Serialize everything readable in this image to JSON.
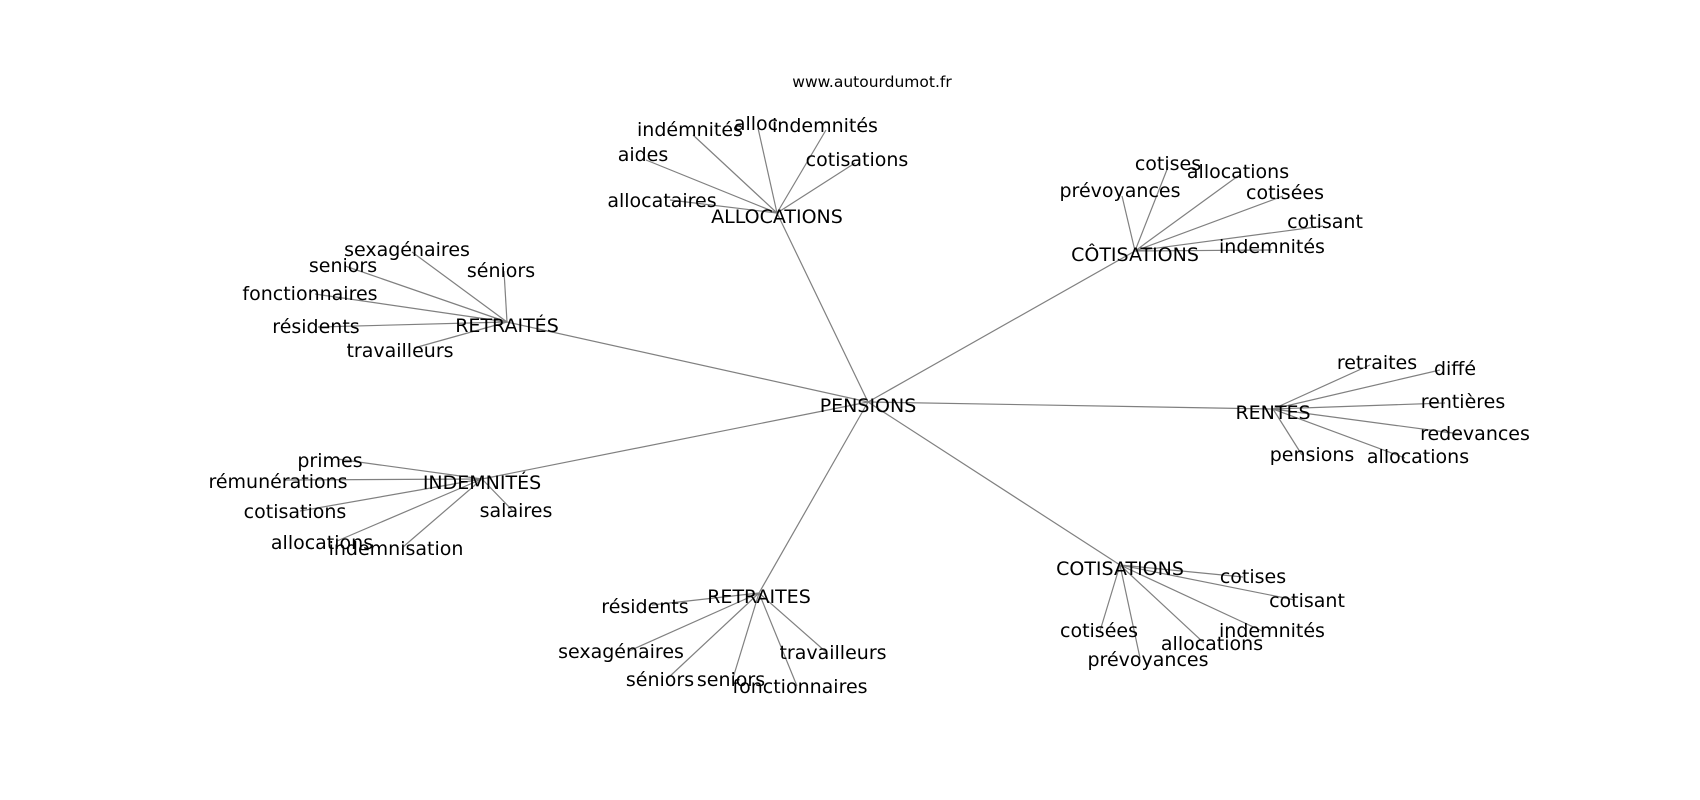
{
  "watermark": "www.autourdumot.fr",
  "root": "PENSIONS",
  "hubs": [
    {
      "id": "allocations",
      "label": "ALLOCATIONS",
      "leaves": [
        "allocataires",
        "aides",
        "indémnités",
        "alloc",
        "indemnités",
        "cotisations"
      ]
    },
    {
      "id": "cotisations-accent",
      "label": "CÔTISATIONS",
      "leaves": [
        "prévoyances",
        "cotises",
        "allocations",
        "cotisées",
        "cotisant",
        "indemnités"
      ]
    },
    {
      "id": "retraites-accent",
      "label": "RETRAITÉS",
      "leaves": [
        "sexagénaires",
        "seniors",
        "séniors",
        "fonctionnaires",
        "résidents",
        "travailleurs"
      ]
    },
    {
      "id": "rentes",
      "label": "RENTES",
      "leaves": [
        "retraites",
        "diffé",
        "rentières",
        "redevances",
        "allocations",
        "pensions"
      ]
    },
    {
      "id": "indemnites",
      "label": "INDEMNITÉS",
      "leaves": [
        "primes",
        "rémunérations",
        "cotisations",
        "allocations",
        "indemnisation",
        "salaires"
      ]
    },
    {
      "id": "cotisations",
      "label": "COTISATIONS",
      "leaves": [
        "cotises",
        "cotisant",
        "indemnités",
        "allocations",
        "prévoyances",
        "cotisées"
      ]
    },
    {
      "id": "retraites",
      "label": "RETRAITES",
      "leaves": [
        "résidents",
        "sexagénaires",
        "séniors",
        "seniors",
        "fonctionnaires",
        "travailleurs"
      ]
    }
  ]
}
